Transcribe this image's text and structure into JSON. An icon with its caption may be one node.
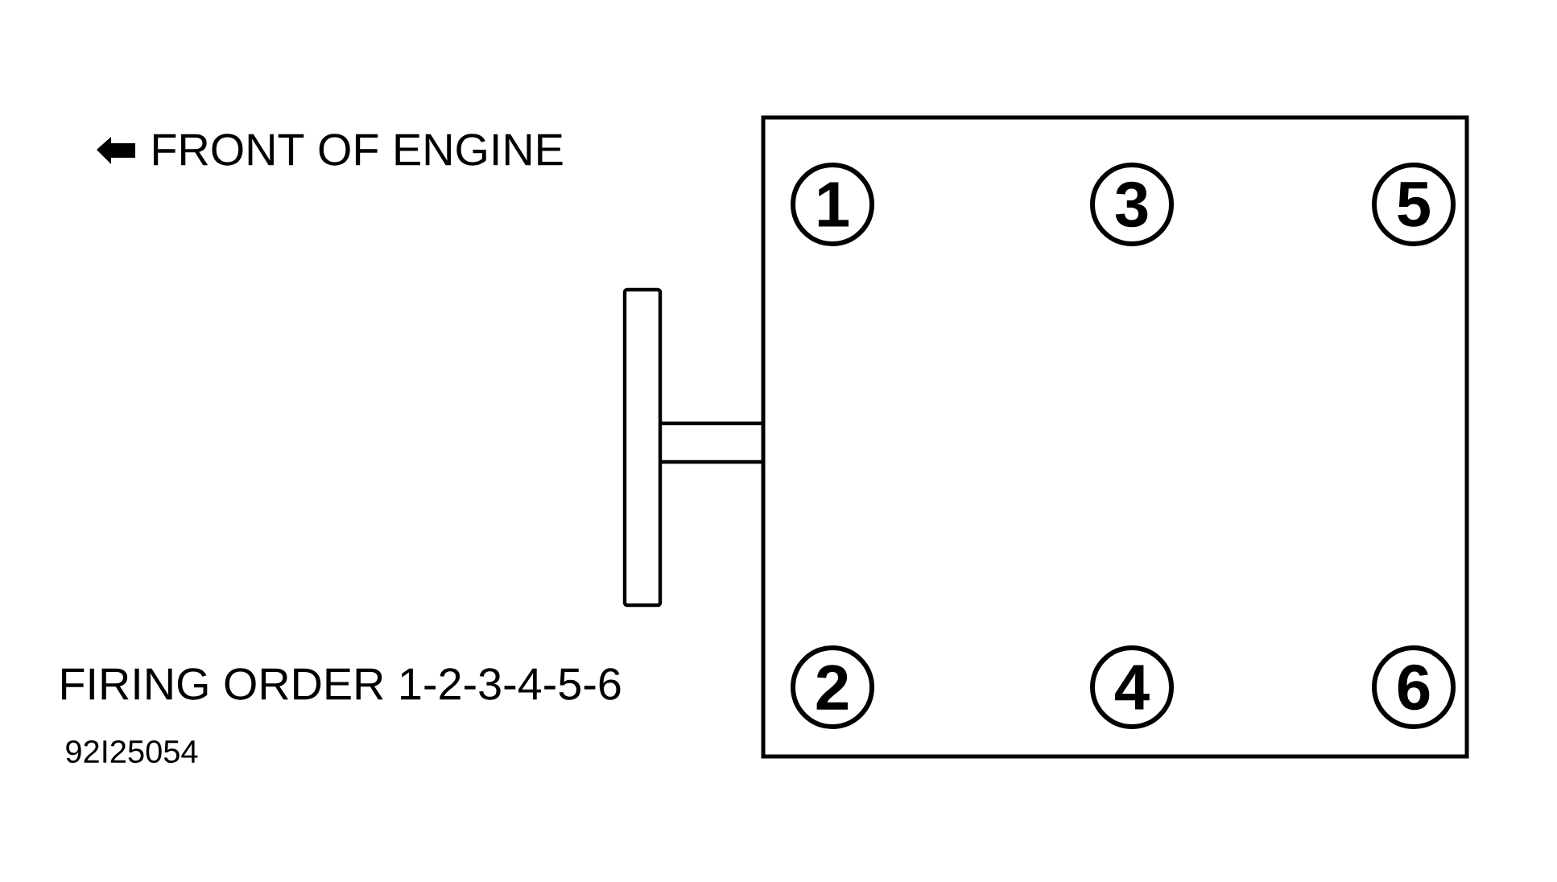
{
  "diagram": {
    "nodes": [
      {
        "text": [],
        "shape": "box"
      },
      {
        "text": [
          "1"
        ],
        "in": 0
      },
      {
        "text": [
          "3"
        ],
        "in": 0
      },
      {
        "text": [
          "5"
        ],
        "in": 0
      },
      {
        "text": [
          "2"
        ],
        "in": 0
      },
      {
        "text": [
          "4"
        ],
        "in": 0
      },
      {
        "text": [
          "6"
        ],
        "in": 0
      }
    ],
    "labels": [
      "FRONT OF ENGINE",
      "FIRING ORDER 1-2-3-4-5-6",
      "92I25054"
    ]
  }
}
